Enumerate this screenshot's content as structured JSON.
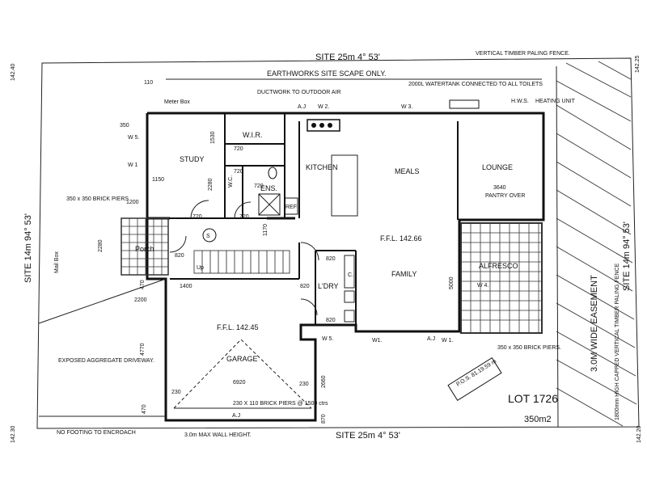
{
  "site": {
    "top": "SITE 25m   4° 53'",
    "bottom": "SITE 25m   4° 53'",
    "left": "SITE 14m   94° 53'",
    "right": "SITE 14m   94° 53'",
    "corner_tl": "142.40",
    "corner_tr": "142.25",
    "corner_bl": "142.30",
    "corner_br": "142.20"
  },
  "notes": {
    "earthworks": "EARTHWORKS SITE SCAPE ONLY.",
    "fence": "VERTICAL TIMBER PALING FENCE.",
    "watertank": "2000L WATERTANK CONNECTED TO ALL TOILETS",
    "meter_box": "Meter Box",
    "duct": "DUCTWORK TO OUTDOOR AIR",
    "hws": "H.W.S.",
    "heating": "HEATING UNIT",
    "brick_piers_left": "350 x 350 BRICK PIERS",
    "brick_piers_right": "350 x 350 BRICK PIERS.",
    "brick_piers_garage": "230 X 110 BRICK PIERS @ 1500 ctrs",
    "driveway": "EXPOSED AGGREGATE DRIVEWAY.",
    "no_footing": "NO FOOTING TO ENCROACH",
    "max_wall": "3.0m MAX WALL HEIGHT.",
    "easement": "3.0M WIDE EASEMENT",
    "fence_right": "1800mm HIGH CAPPED VERTICAL TIMBER PALING FENCE",
    "mail_box": "Mail Box",
    "pos": "P.O.S. 81.19.59 m",
    "lot": "LOT 1726",
    "area": "350m2",
    "ffl_main": "F.F.L. 142.66",
    "ffl_garage": "F.F.L. 142.45",
    "pantry": "PANTRY OVER"
  },
  "rooms": {
    "study": "STUDY",
    "wir": "W.I.R.",
    "ens": "ENS.",
    "kitchen": "KITCHEN",
    "meals": "MEALS",
    "lounge": "LOUNGE",
    "family": "FAMILY",
    "alfresco": "ALFRESCO",
    "porch": "Porch",
    "garage": "GARAGE",
    "ldry": "L'DRY",
    "up": "Up",
    "ref": "REF",
    "wc": "W.C.",
    "c": "C.",
    "s": "S"
  },
  "windows": {
    "w1": "W 1",
    "w2": "W 2.",
    "w3": "W 3.",
    "w4": "W 4.",
    "w5": "W 5.",
    "w1b": "W1.",
    "w1c": "W 1.",
    "aj": "A.J"
  },
  "dims": {
    "d350": "350",
    "d1530": "1530",
    "d1150": "1150",
    "d1200": "1200",
    "d2280": "2280",
    "d2280b": "2280",
    "d720a": "720",
    "d720b": "720",
    "d720c": "720",
    "d720d": "720",
    "d720e": "720",
    "d1170": "1170",
    "d820a": "820",
    "d820b": "820",
    "d820c": "820",
    "d820d": "820",
    "d1400": "1400",
    "d2200": "2200",
    "d470a": "470",
    "d470b": "470",
    "d4770": "4770",
    "d6920": "6920",
    "d230a": "230",
    "d230b": "230",
    "d2660": "2660",
    "d870": "870",
    "d5000": "5000",
    "d3640": "3640",
    "d110": "110"
  }
}
